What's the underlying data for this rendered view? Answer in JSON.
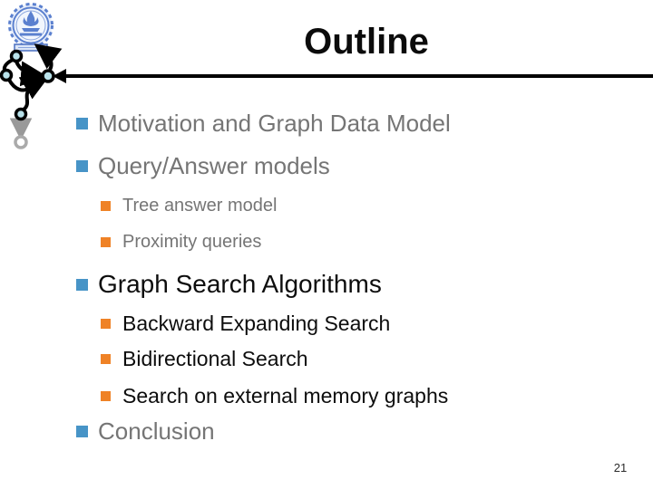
{
  "slide": {
    "title": "Outline",
    "page_number": "21",
    "outline": [
      {
        "label": "Motivation and Graph Data Model",
        "level": 1,
        "emphasis": false
      },
      {
        "label": "Query/Answer models",
        "level": 1,
        "emphasis": false
      },
      {
        "label": "Tree answer model",
        "level": 2,
        "emphasis": false
      },
      {
        "label": "Proximity queries",
        "level": 2,
        "emphasis": false
      },
      {
        "label": "Graph Search Algorithms",
        "level": 1,
        "emphasis": true
      },
      {
        "label": "Backward Expanding Search",
        "level": 2,
        "emphasis": true
      },
      {
        "label": "Bidirectional Search",
        "level": 2,
        "emphasis": true
      },
      {
        "label": "Search on external memory graphs",
        "level": 2,
        "emphasis": true
      },
      {
        "label": "Conclusion",
        "level": 1,
        "emphasis": false
      }
    ],
    "icons": {
      "logo": "iit-bombay-emblem",
      "doodle": "graph-nodes-doodle",
      "level1_bullet": "blue-square-bullet",
      "level2_bullet": "orange-square-bullet"
    },
    "colors": {
      "level1_bullet": "#4794c7",
      "level2_bullet": "#ef8226",
      "muted_text": "#757575",
      "emphasis_text": "#0d0d0d",
      "divider": "#000000",
      "logo_blue": "#5b80cf"
    }
  }
}
